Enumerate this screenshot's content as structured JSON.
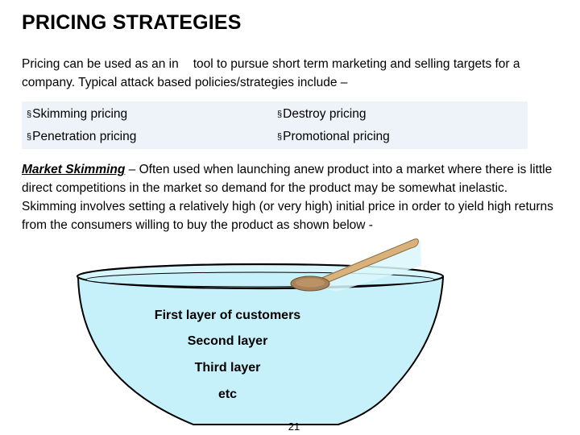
{
  "slide": {
    "title": "PRICING STRATEGIES",
    "intro_part1": "Pricing can be used as an in",
    "intro_part2": "tool to pursue short term marketing and selling targets for a company. Typical attack based policies/strategies include –",
    "strategies": [
      {
        "label": "Skimming pricing"
      },
      {
        "label": "Destroy pricing"
      },
      {
        "label": "Penetration pricing"
      },
      {
        "label": "Promotional pricing"
      }
    ],
    "bullet_glyph": "§",
    "skimming_term": "Market Skimming",
    "skimming_text": " – Often used when launching anew product into a market where there is little direct competitions in the market so demand for the product may be somewhat inelastic. Skimming involves setting a relatively high (or very high) initial price in order to yield high returns from the consumers willing to buy the product as shown below -",
    "bowl_layers": [
      "First layer of customers",
      "Second layer",
      "Third layer",
      "etc"
    ],
    "page_number": "21"
  },
  "colors": {
    "bowl_fill": "#c6f1fa",
    "bowl_stroke": "#000000",
    "strategy_bg": "#eef3fa",
    "spoon_wood": "#d9b17a",
    "spoon_bowl": "#a98158"
  },
  "icons": {
    "illustration": "skimming-bowl-with-spoon"
  }
}
